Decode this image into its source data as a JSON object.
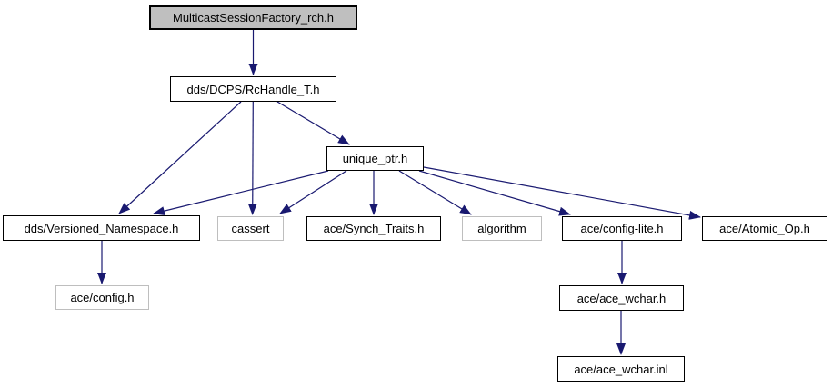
{
  "diagram": {
    "kind": "doxygen-include-dependency-graph",
    "colors": {
      "edge": "#191970",
      "node_border": "#000000",
      "external_node_border": "#bebebe",
      "node_fill": "#ffffff",
      "root_node_fill": "#bfbfbf",
      "text": "#000000",
      "background": "#ffffff"
    },
    "nodes": {
      "mcast": {
        "label": "MulticastSessionFactory_rch.h",
        "kind": "root"
      },
      "rchandle": {
        "label": "dds/DCPS/RcHandle_T.h",
        "kind": "internal"
      },
      "unique": {
        "label": "unique_ptr.h",
        "kind": "internal"
      },
      "versioned": {
        "label": "dds/Versioned_Namespace.h",
        "kind": "internal"
      },
      "cassert": {
        "label": "cassert",
        "kind": "external"
      },
      "synch": {
        "label": "ace/Synch_Traits.h",
        "kind": "internal"
      },
      "algorithm": {
        "label": "algorithm",
        "kind": "external"
      },
      "configlite": {
        "label": "ace/config-lite.h",
        "kind": "internal"
      },
      "atomic": {
        "label": "ace/Atomic_Op.h",
        "kind": "internal"
      },
      "aceconfig": {
        "label": "ace/config.h",
        "kind": "external"
      },
      "acewcharh": {
        "label": "ace/ace_wchar.h",
        "kind": "internal"
      },
      "acewcharinl": {
        "label": "ace/ace_wchar.inl",
        "kind": "internal"
      }
    },
    "edges": [
      {
        "from": "MulticastSessionFactory_rch.h",
        "to": "dds/DCPS/RcHandle_T.h"
      },
      {
        "from": "dds/DCPS/RcHandle_T.h",
        "to": "dds/Versioned_Namespace.h"
      },
      {
        "from": "dds/DCPS/RcHandle_T.h",
        "to": "cassert"
      },
      {
        "from": "dds/DCPS/RcHandle_T.h",
        "to": "unique_ptr.h"
      },
      {
        "from": "unique_ptr.h",
        "to": "dds/Versioned_Namespace.h"
      },
      {
        "from": "unique_ptr.h",
        "to": "cassert"
      },
      {
        "from": "unique_ptr.h",
        "to": "ace/Synch_Traits.h"
      },
      {
        "from": "unique_ptr.h",
        "to": "algorithm"
      },
      {
        "from": "unique_ptr.h",
        "to": "ace/config-lite.h"
      },
      {
        "from": "unique_ptr.h",
        "to": "ace/Atomic_Op.h"
      },
      {
        "from": "dds/Versioned_Namespace.h",
        "to": "ace/config.h"
      },
      {
        "from": "ace/config-lite.h",
        "to": "ace/ace_wchar.h"
      },
      {
        "from": "ace/ace_wchar.h",
        "to": "ace/ace_wchar.inl"
      }
    ]
  }
}
